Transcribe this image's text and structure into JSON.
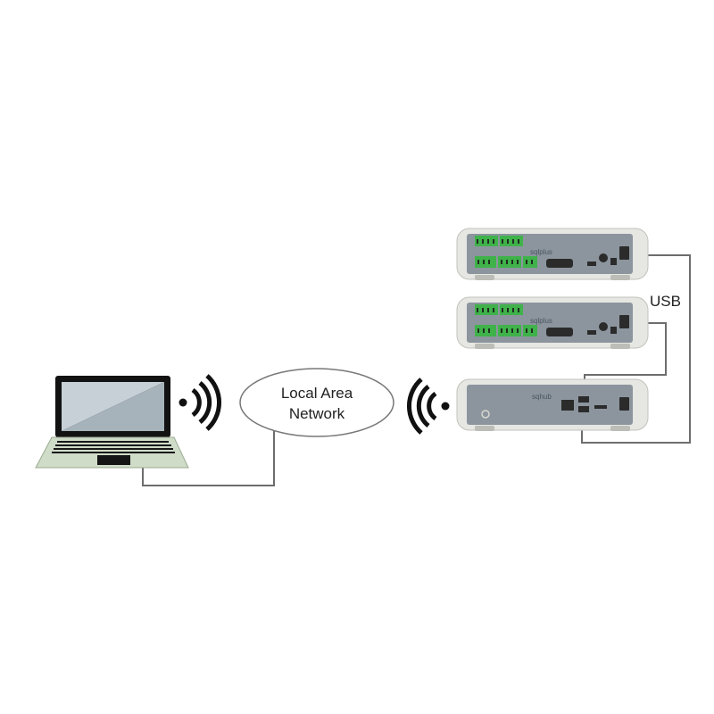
{
  "network": {
    "label_line1": "Local Area",
    "label_line2": "Network"
  },
  "connection": {
    "usb_label": "USB"
  },
  "devices": {
    "top_brand": "sqlplus",
    "middle_brand": "sqlplus",
    "hub_brand": "sqhub"
  },
  "colors": {
    "wire": "#6d6d6d",
    "device_shell": "#e6e6e2",
    "device_panel": "#8c959e",
    "terminal_green": "#3fb24a",
    "laptop_screen": "#c6d0d6",
    "laptop_body": "#cfdcc8",
    "wifi": "#111111"
  },
  "icons": [
    "laptop-icon",
    "wifi-signal-icon",
    "data-logger-icon",
    "hub-icon",
    "cloud-ellipse"
  ]
}
